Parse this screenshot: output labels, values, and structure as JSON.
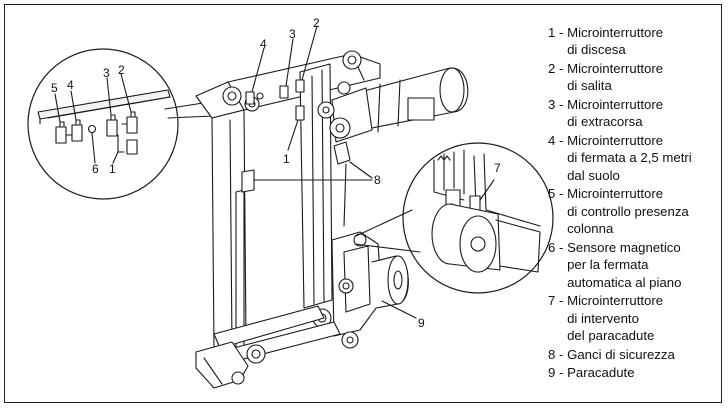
{
  "callouts": {
    "main": [
      "4",
      "3",
      "2",
      "1",
      "8",
      "9"
    ],
    "left_detail": [
      "5",
      "4",
      "3",
      "2",
      "6",
      "1"
    ],
    "right_detail": [
      "7"
    ]
  },
  "legend": [
    {
      "num": "1",
      "text": "Microinterruttore\ndi discesa"
    },
    {
      "num": "2",
      "text": "Microinterruttore\ndi salita"
    },
    {
      "num": "3",
      "text": "Microinterruttore\ndi extracorsa"
    },
    {
      "num": "4",
      "text": "Microinterruttore\ndi fermata a 2,5 metri\ndal suolo"
    },
    {
      "num": "5",
      "text": "Microinterruttore\ndi controllo presenza\ncolonna"
    },
    {
      "num": "6",
      "text": "Sensore magnetico\nper la fermata\nautomatica al piano"
    },
    {
      "num": "7",
      "text": "Microinterruttore\ndi intervento\ndel paracadute"
    },
    {
      "num": "8",
      "text": "Ganci di sicurezza"
    },
    {
      "num": "9",
      "text": "Paracadute"
    }
  ],
  "legend_separator": " - ",
  "colors": {
    "line": "#1a1a1a",
    "background": "#ffffff"
  }
}
